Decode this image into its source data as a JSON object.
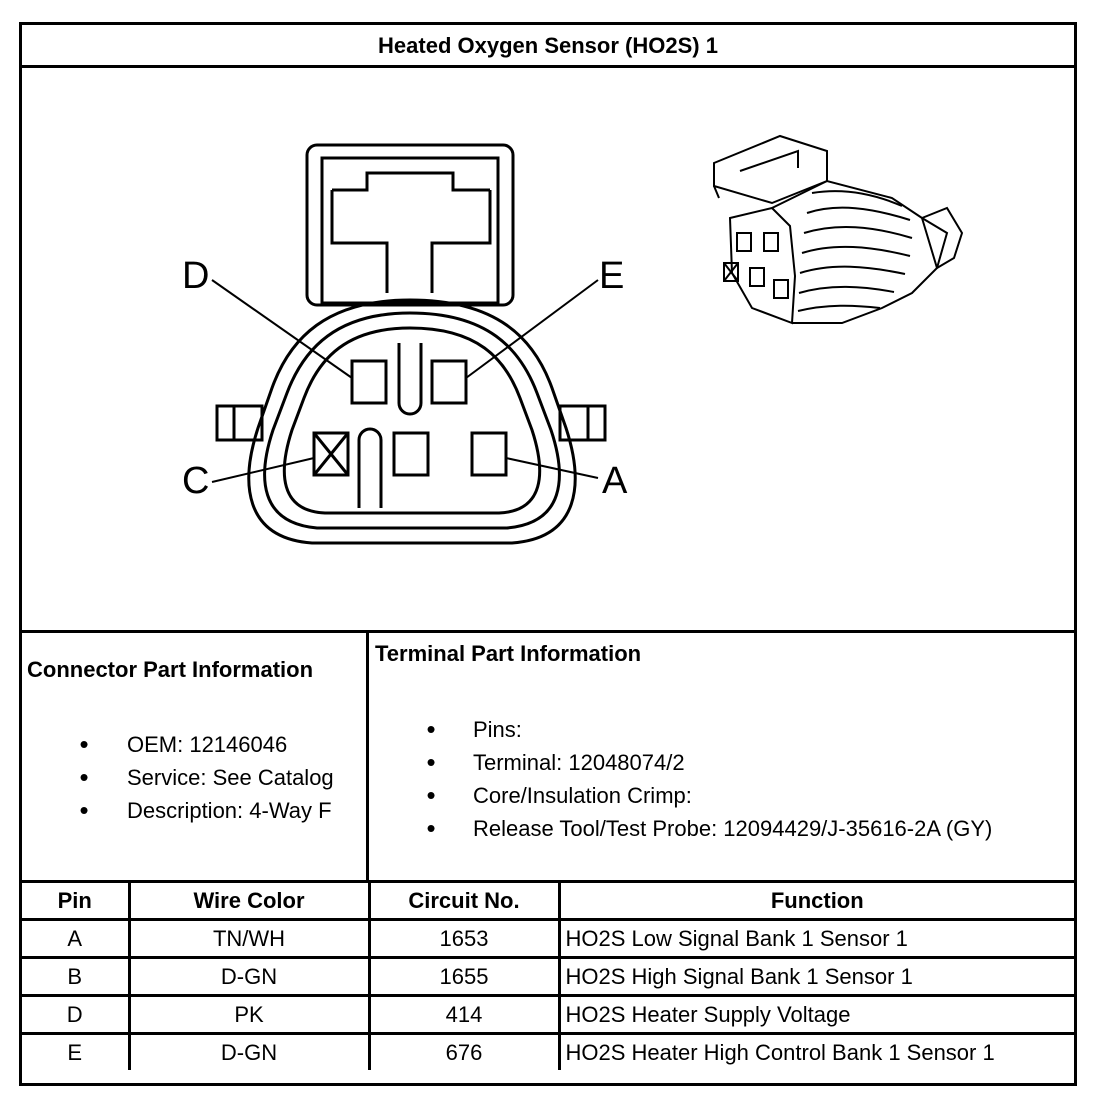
{
  "title": "Heated Oxygen Sensor (HO2S) 1",
  "diagram": {
    "pin_labels": [
      "D",
      "E",
      "C",
      "A"
    ]
  },
  "connector_info": {
    "heading": "Connector Part Information",
    "items": [
      "OEM: 12146046",
      "Service: See Catalog",
      "Description: 4-Way F"
    ]
  },
  "terminal_info": {
    "heading": "Terminal Part Information",
    "items": [
      "Pins:",
      "Terminal: 12048074/2",
      "Core/Insulation Crimp:",
      "Release Tool/Test Probe: 12094429/J-35616-2A (GY)"
    ]
  },
  "bullet": "•",
  "table": {
    "headers": [
      "Pin",
      "Wire Color",
      "Circuit No.",
      "Function"
    ],
    "rows": [
      [
        "A",
        "TN/WH",
        "1653",
        "HO2S Low Signal Bank 1 Sensor 1"
      ],
      [
        "B",
        "D-GN",
        "1655",
        "HO2S High Signal Bank 1 Sensor 1"
      ],
      [
        "D",
        "PK",
        "414",
        "HO2S Heater Supply Voltage"
      ],
      [
        "E",
        "D-GN",
        "676",
        "HO2S Heater High Control Bank 1 Sensor 1"
      ]
    ]
  }
}
